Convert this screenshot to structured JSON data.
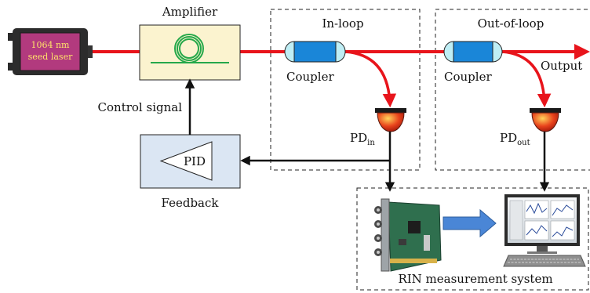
{
  "laser": {
    "line1": "1064 nm",
    "line2": "seed laser"
  },
  "amplifier": {
    "label": "Amplifier"
  },
  "in_loop": {
    "title": "In-loop",
    "coupler_label": "Coupler",
    "pd_label": "PD",
    "pd_sub": "in"
  },
  "out_of_loop": {
    "title": "Out-of-loop",
    "coupler_label": "Coupler",
    "pd_label": "PD",
    "pd_sub": "out",
    "output_label": "Output"
  },
  "control_signal": {
    "label": "Control signal"
  },
  "feedback": {
    "label": "Feedback",
    "pid_label": "PID"
  },
  "rin_system": {
    "label": "RIN measurement system"
  },
  "colors": {
    "beam": "#e8141b",
    "coupler": "#1a86d8",
    "coupler_end": "#bfeef5",
    "amplifier_fill": "#fbf3cf",
    "fiber": "#25a84a",
    "feedback_fill": "#dbe6f3",
    "laser_body": "#b23a7e",
    "pd_head": "#d5281b",
    "arrow_fill": "#4a86d6"
  },
  "icons": [
    "laser-icon",
    "fiber-coil-icon",
    "coupler-icon",
    "photodiode-icon",
    "op-amp-icon",
    "daq-card-icon",
    "monitor-icon",
    "keyboard-icon",
    "right-arrow-icon"
  ]
}
